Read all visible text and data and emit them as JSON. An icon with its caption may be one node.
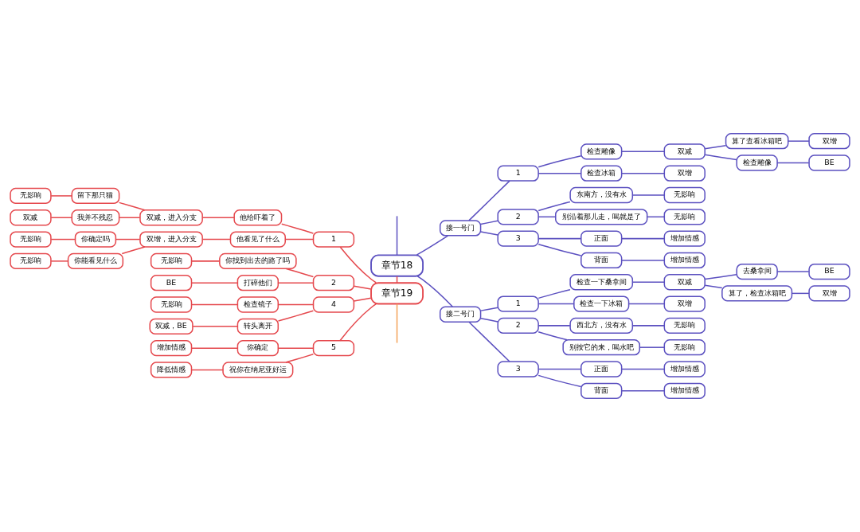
{
  "diagram": {
    "nodes": [
      {
        "text": [
          "章节18"
        ]
      },
      {
        "text": [
          "接一号门"
        ]
      },
      {
        "text": [
          "1"
        ]
      },
      {
        "text": [
          "检查雕像"
        ]
      },
      {
        "text": [
          "双减"
        ]
      },
      {
        "text": [
          "算了查看冰箱吧"
        ]
      },
      {
        "text": [
          "双增"
        ]
      },
      {
        "text": [
          "检查雕像"
        ]
      },
      {
        "text": [
          "BE"
        ]
      },
      {
        "text": [
          "检查冰箱"
        ]
      },
      {
        "text": [
          "双增"
        ]
      },
      {
        "text": [
          "2"
        ]
      },
      {
        "text": [
          "东南方，没有水"
        ]
      },
      {
        "text": [
          "无影响"
        ]
      },
      {
        "text": [
          "别沿着那儿走，喝就是了"
        ]
      },
      {
        "text": [
          "无影响"
        ]
      },
      {
        "text": [
          "3"
        ]
      },
      {
        "text": [
          "正面"
        ]
      },
      {
        "text": [
          "增加情感"
        ]
      },
      {
        "text": [
          "背面"
        ]
      },
      {
        "text": [
          "增加情感"
        ]
      },
      {
        "text": [
          "接二号门"
        ]
      },
      {
        "text": [
          "1"
        ]
      },
      {
        "text": [
          "检查一下桑拿间"
        ]
      },
      {
        "text": [
          "双减"
        ]
      },
      {
        "text": [
          "去桑拿间"
        ]
      },
      {
        "text": [
          "BE"
        ]
      },
      {
        "text": [
          "算了，检查冰箱吧"
        ]
      },
      {
        "text": [
          "双增"
        ]
      },
      {
        "text": [
          "检查一下冰箱"
        ]
      },
      {
        "text": [
          "双增"
        ]
      },
      {
        "text": [
          "2"
        ]
      },
      {
        "text": [
          "西北方，没有水"
        ]
      },
      {
        "text": [
          "无影响"
        ]
      },
      {
        "text": [
          "别按它的来，喝水吧"
        ]
      },
      {
        "text": [
          "无影响"
        ]
      },
      {
        "text": [
          "3"
        ]
      },
      {
        "text": [
          "正面"
        ]
      },
      {
        "text": [
          "增加情感"
        ]
      },
      {
        "text": [
          "背面"
        ]
      },
      {
        "text": [
          "增加情感"
        ]
      },
      {
        "text": [
          "章节19"
        ]
      },
      {
        "text": [
          "1"
        ]
      },
      {
        "text": [
          "他给吓着了"
        ]
      },
      {
        "text": [
          "双减，进入分支"
        ]
      },
      {
        "text": [
          "留下那只猫"
        ]
      },
      {
        "text": [
          "无影响"
        ]
      },
      {
        "text": [
          "我并不残忍"
        ]
      },
      {
        "text": [
          "双减"
        ]
      },
      {
        "text": [
          "他看见了什么"
        ]
      },
      {
        "text": [
          "双增，进入分支"
        ]
      },
      {
        "text": [
          "你确定吗"
        ]
      },
      {
        "text": [
          "无影响"
        ]
      },
      {
        "text": [
          "你能看见什么"
        ]
      },
      {
        "text": [
          "无影响"
        ]
      },
      {
        "text": [
          "2"
        ]
      },
      {
        "text": [
          "你找到出去的路了吗"
        ]
      },
      {
        "text": [
          "无影响"
        ]
      },
      {
        "text": [
          "打碎他们"
        ]
      },
      {
        "text": [
          "BE"
        ]
      },
      {
        "text": [
          "4"
        ]
      },
      {
        "text": [
          "检查镜子"
        ]
      },
      {
        "text": [
          "无影响"
        ]
      },
      {
        "text": [
          "转头离开"
        ]
      },
      {
        "text": [
          "双减，BE"
        ]
      },
      {
        "text": [
          "5"
        ]
      },
      {
        "text": [
          "你确定"
        ]
      },
      {
        "text": [
          "增加情感"
        ]
      },
      {
        "text": [
          "祝你在纳尼亚好运"
        ]
      },
      {
        "text": [
          "降低情感"
        ]
      }
    ],
    "edges": [
      {
        "from": null,
        "to": 0,
        "arrow": "none"
      },
      {
        "from": 0,
        "to": 1,
        "arrow": "none"
      },
      {
        "from": 1,
        "to": 2,
        "arrow": "none"
      },
      {
        "from": 2,
        "to": 3,
        "arrow": "none"
      },
      {
        "from": 3,
        "to": 4,
        "arrow": "none"
      },
      {
        "from": 4,
        "to": 5,
        "arrow": "none"
      },
      {
        "from": 5,
        "to": 6,
        "arrow": "none"
      },
      {
        "from": 4,
        "to": 7,
        "arrow": "none"
      },
      {
        "from": 7,
        "to": 8,
        "arrow": "none"
      },
      {
        "from": 2,
        "to": 9,
        "arrow": "none"
      },
      {
        "from": 9,
        "to": 10,
        "arrow": "none"
      },
      {
        "from": 1,
        "to": 11,
        "arrow": "none"
      },
      {
        "from": 11,
        "to": 12,
        "arrow": "none"
      },
      {
        "from": 12,
        "to": 13,
        "arrow": "none"
      },
      {
        "from": 11,
        "to": 14,
        "arrow": "none"
      },
      {
        "from": 14,
        "to": 15,
        "arrow": "none"
      },
      {
        "from": 1,
        "to": 16,
        "arrow": "none"
      },
      {
        "from": 16,
        "to": 17,
        "arrow": "none"
      },
      {
        "from": 17,
        "to": 18,
        "arrow": "none"
      },
      {
        "from": 16,
        "to": 19,
        "arrow": "none"
      },
      {
        "from": 19,
        "to": 20,
        "arrow": "none"
      },
      {
        "from": 0,
        "to": 21,
        "arrow": "none"
      },
      {
        "from": 21,
        "to": 22,
        "arrow": "none"
      },
      {
        "from": 22,
        "to": 23,
        "arrow": "none"
      },
      {
        "from": 23,
        "to": 24,
        "arrow": "none"
      },
      {
        "from": 24,
        "to": 25,
        "arrow": "none"
      },
      {
        "from": 25,
        "to": 26,
        "arrow": "none"
      },
      {
        "from": 24,
        "to": 27,
        "arrow": "none"
      },
      {
        "from": 27,
        "to": 28,
        "arrow": "none"
      },
      {
        "from": 22,
        "to": 29,
        "arrow": "none"
      },
      {
        "from": 29,
        "to": 30,
        "arrow": "none"
      },
      {
        "from": 21,
        "to": 31,
        "arrow": "none"
      },
      {
        "from": 31,
        "to": 32,
        "arrow": "none"
      },
      {
        "from": 32,
        "to": 33,
        "arrow": "none"
      },
      {
        "from": 31,
        "to": 34,
        "arrow": "none"
      },
      {
        "from": 34,
        "to": 35,
        "arrow": "none"
      },
      {
        "from": 21,
        "to": 36,
        "arrow": "none"
      },
      {
        "from": 36,
        "to": 37,
        "arrow": "none"
      },
      {
        "from": 37,
        "to": 38,
        "arrow": "none"
      },
      {
        "from": 36,
        "to": 39,
        "arrow": "none"
      },
      {
        "from": 39,
        "to": 40,
        "arrow": "none"
      },
      {
        "from": 0,
        "to": 41,
        "arrow": "none",
        "color": "#e5484d"
      },
      {
        "from": 42,
        "to": 41,
        "arrow": "none",
        "color": "#e5484d"
      },
      {
        "from": 43,
        "to": 42,
        "arrow": "none",
        "color": "#e5484d"
      },
      {
        "from": 44,
        "to": 43,
        "arrow": "none",
        "color": "#e5484d"
      },
      {
        "from": 45,
        "to": 44,
        "arrow": "none",
        "color": "#e5484d"
      },
      {
        "from": 46,
        "to": 45,
        "arrow": "none",
        "color": "#e5484d"
      },
      {
        "from": 47,
        "to": 44,
        "arrow": "none",
        "color": "#e5484d"
      },
      {
        "from": 48,
        "to": 47,
        "arrow": "none",
        "color": "#e5484d"
      },
      {
        "from": 49,
        "to": 42,
        "arrow": "none",
        "color": "#e5484d"
      },
      {
        "from": 50,
        "to": 49,
        "arrow": "none",
        "color": "#e5484d"
      },
      {
        "from": 51,
        "to": 50,
        "arrow": "none",
        "color": "#e5484d"
      },
      {
        "from": 52,
        "to": 51,
        "arrow": "none",
        "color": "#e5484d"
      },
      {
        "from": 53,
        "to": 50,
        "arrow": "none",
        "color": "#e5484d"
      },
      {
        "from": 54,
        "to": 53,
        "arrow": "none",
        "color": "#e5484d"
      },
      {
        "from": 55,
        "to": 41,
        "arrow": "none",
        "color": "#e5484d"
      },
      {
        "from": 56,
        "to": 55,
        "arrow": "none",
        "color": "#e5484d"
      },
      {
        "from": 57,
        "to": 56,
        "arrow": "none",
        "color": "#e5484d"
      },
      {
        "from": 58,
        "to": 55,
        "arrow": "none",
        "color": "#e5484d"
      },
      {
        "from": 59,
        "to": 58,
        "arrow": "none",
        "color": "#e5484d"
      },
      {
        "from": 60,
        "to": 41,
        "arrow": "none",
        "color": "#e5484d"
      },
      {
        "from": 61,
        "to": 60,
        "arrow": "none",
        "color": "#e5484d"
      },
      {
        "from": 62,
        "to": 61,
        "arrow": "none",
        "color": "#e5484d"
      },
      {
        "from": 63,
        "to": 60,
        "arrow": "none",
        "color": "#e5484d"
      },
      {
        "from": 64,
        "to": 63,
        "arrow": "none",
        "color": "#e5484d"
      },
      {
        "from": 65,
        "to": 41,
        "arrow": "none",
        "color": "#e5484d"
      },
      {
        "from": 66,
        "to": 65,
        "arrow": "none",
        "color": "#e5484d"
      },
      {
        "from": 67,
        "to": 66,
        "arrow": "none",
        "color": "#e5484d"
      },
      {
        "from": 68,
        "to": 65,
        "arrow": "none",
        "color": "#e5484d"
      },
      {
        "from": 69,
        "to": 68,
        "arrow": "none",
        "color": "#e5484d"
      },
      {
        "from": 41,
        "to": null,
        "arrow": "none",
        "color": "#f4a259"
      }
    ]
  }
}
